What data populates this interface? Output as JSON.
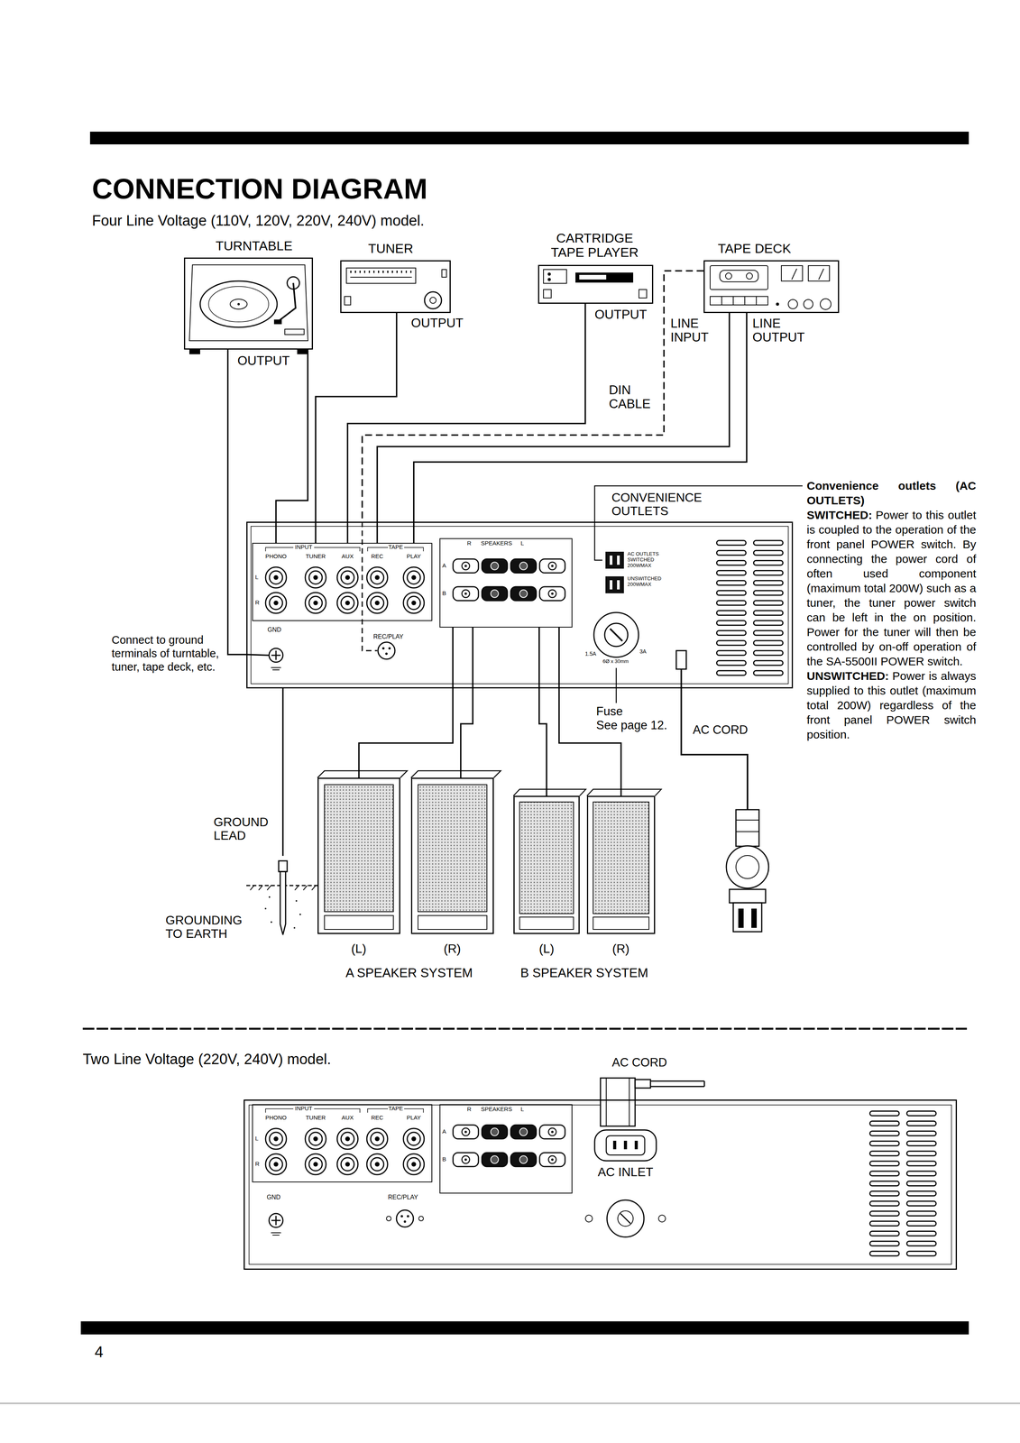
{
  "diagram": {
    "title": "CONNECTION DIAGRAM",
    "nodes": [
      {
        "text": [
          "TURNTABLE"
        ]
      },
      {
        "text": [
          "TUNER"
        ]
      },
      {
        "text": [
          "CARTRIDGE TAPE PLAYER"
        ]
      },
      {
        "text": [
          "TAPE DECK"
        ]
      },
      {
        "text": [
          "GND",
          "REC/PLAY"
        ]
      },
      {
        "text": [
          "INPUT",
          "PHONO",
          "TUNER",
          "AUX",
          "TAPE",
          "REC",
          "PLAY",
          "L",
          "R"
        ],
        "in": 4
      },
      {
        "text": [
          "R",
          "SPEAKERS",
          "L",
          "A",
          "B"
        ],
        "in": 4
      },
      {
        "text": [
          "AC OUTLETS SWITCHED 200WMAX",
          "UNSWITCHED 200WMAX"
        ],
        "in": 4
      },
      {
        "text": [
          "(L)"
        ]
      },
      {
        "text": [
          "(R)"
        ]
      },
      {
        "text": [
          "(L)"
        ]
      },
      {
        "text": [
          "(R)"
        ]
      },
      {
        "text": [
          "GROUNDING TO EARTH"
        ]
      },
      {
        "text": [
          "GND",
          "REC/PLAY",
          "AC INLET"
        ]
      },
      {
        "text": [
          "INPUT",
          "PHONO",
          "TUNER",
          "AUX",
          "TAPE",
          "REC",
          "PLAY",
          "L",
          "R"
        ],
        "in": 13
      },
      {
        "text": [
          "R",
          "SPEAKERS",
          "L",
          "A",
          "B"
        ],
        "in": 13
      }
    ],
    "edges": [
      {
        "from": 0,
        "to": 5,
        "arrow": "none"
      },
      {
        "from": 0,
        "to": 4,
        "arrow": "none"
      },
      {
        "from": 1,
        "to": 5,
        "arrow": "none"
      },
      {
        "from": 2,
        "to": 5,
        "arrow": "none"
      },
      {
        "from": 3,
        "to": 5,
        "arrow": "none"
      },
      {
        "from": 3,
        "to": 5,
        "arrow": "none"
      },
      {
        "from": 3,
        "to": 4,
        "label": "DIN CABLE",
        "arrow": "none"
      },
      {
        "from": 4,
        "to": 12,
        "label": "GROUND LEAD",
        "arrow": "none"
      },
      {
        "from": 6,
        "to": 8,
        "arrow": "none"
      },
      {
        "from": 6,
        "to": 9,
        "arrow": "none"
      },
      {
        "from": 6,
        "to": 10,
        "arrow": "none"
      },
      {
        "from": 6,
        "to": 11,
        "arrow": "none"
      }
    ],
    "labels": [
      "Four Line Voltage (110V, 120V, 220V, 240V) model.",
      "OUTPUT",
      "OUTPUT",
      "OUTPUT",
      "LINE INPUT",
      "LINE OUTPUT",
      "CONVENIENCE OUTLETS",
      "Convenience outlets (AC OUTLETS)",
      "SWITCHED:",
      "Power to this outlet is coupled to the operation of the front panel POWER switch. By connecting the power cord of often used component (maximum total 200W) such as a tuner, the tuner power switch can be left in the on position. Power for the tuner will then be controlled by on-off operation of the SA-5500II POWER switch.",
      "UNSWITCHED:",
      "Power is always supplied to this outlet (maximum total 200W) regardless of the front panel POWER switch position.",
      "Connect to ground terminals of turntable, tuner, tape deck, etc.",
      "1.5A",
      "3A",
      "6Ø x 30mm",
      "Fuse",
      "See page 12.",
      "AC CORD",
      "A SPEAKER SYSTEM",
      "B SPEAKER SYSTEM",
      "Two Line Voltage (220V, 240V) model.",
      "AC CORD",
      "4"
    ]
  }
}
